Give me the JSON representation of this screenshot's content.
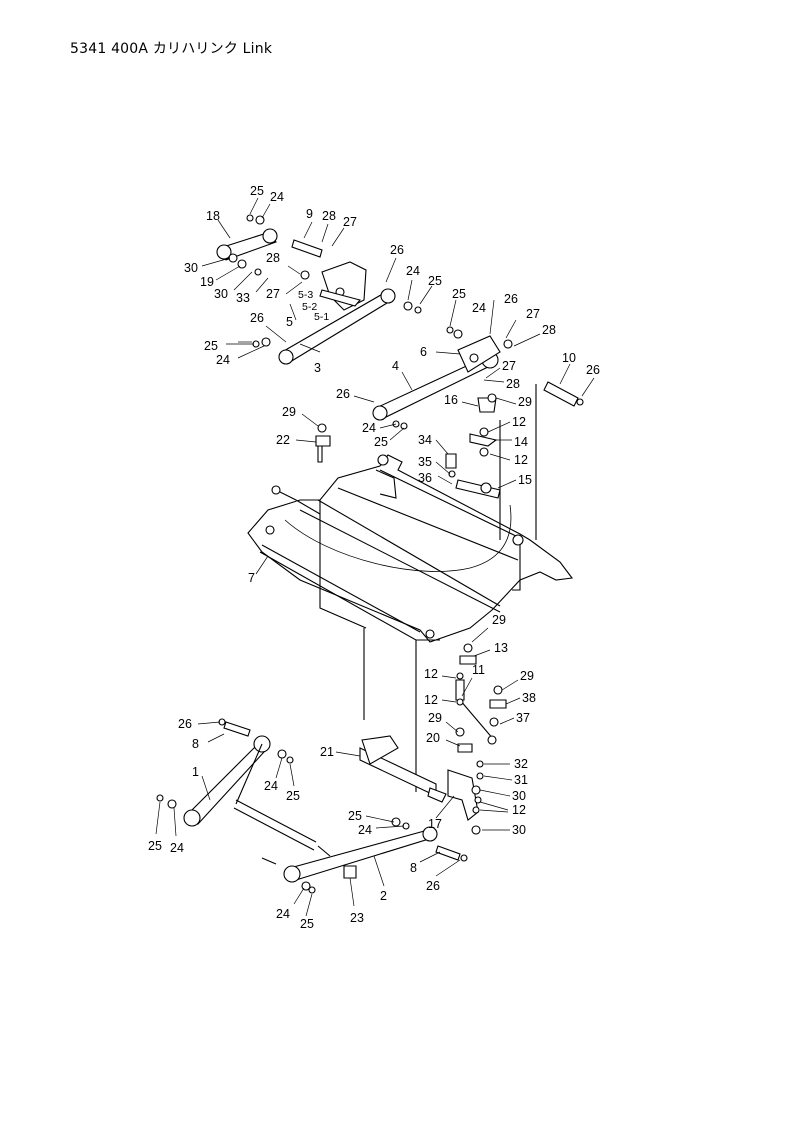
{
  "header": {
    "title": "5341  400A  カリハリンク  Link"
  },
  "callouts": [
    "25",
    "24",
    "18",
    "9",
    "28",
    "27",
    "26",
    "24",
    "25",
    "30",
    "19",
    "30",
    "33",
    "28",
    "27",
    "5-3",
    "5-2",
    "5",
    "5-1",
    "25",
    "24",
    "26",
    "27",
    "28",
    "26",
    "3",
    "25",
    "24",
    "6",
    "4",
    "27",
    "28",
    "10",
    "26",
    "26",
    "16",
    "29",
    "29",
    "24",
    "25",
    "22",
    "12",
    "14",
    "34",
    "12",
    "35",
    "15",
    "36",
    "7",
    "29",
    "13",
    "12",
    "11",
    "29",
    "12",
    "38",
    "37",
    "26",
    "29",
    "8",
    "20",
    "21",
    "32",
    "1",
    "24",
    "31",
    "25",
    "30",
    "25",
    "24",
    "17",
    "12",
    "30",
    "25",
    "24",
    "8",
    "2",
    "26",
    "24",
    "23",
    "25"
  ]
}
